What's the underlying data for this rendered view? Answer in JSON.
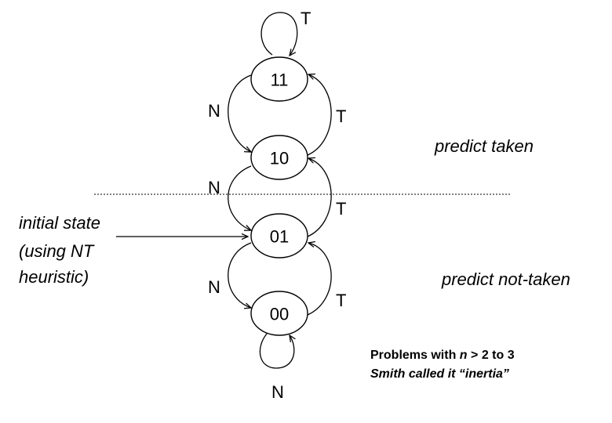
{
  "states": [
    "11",
    "10",
    "01",
    "00"
  ],
  "edge_labels": {
    "self_loop_top": "T",
    "n_11_10": "N",
    "t_10_11": "T",
    "n_10_01": "N",
    "t_01_10": "T",
    "n_01_00": "N",
    "t_00_01": "T",
    "self_loop_bottom": "N"
  },
  "regions": {
    "taken": "predict taken",
    "not_taken": "predict not-taken"
  },
  "initial_state": {
    "line1": "initial state",
    "line2": "(using NT",
    "line3": "heuristic)"
  },
  "notes": {
    "line1_prefix": "Problems with ",
    "line1_var": "n",
    "line1_suffix": " > 2 to 3",
    "line2": "Smith called it “inertia”"
  }
}
